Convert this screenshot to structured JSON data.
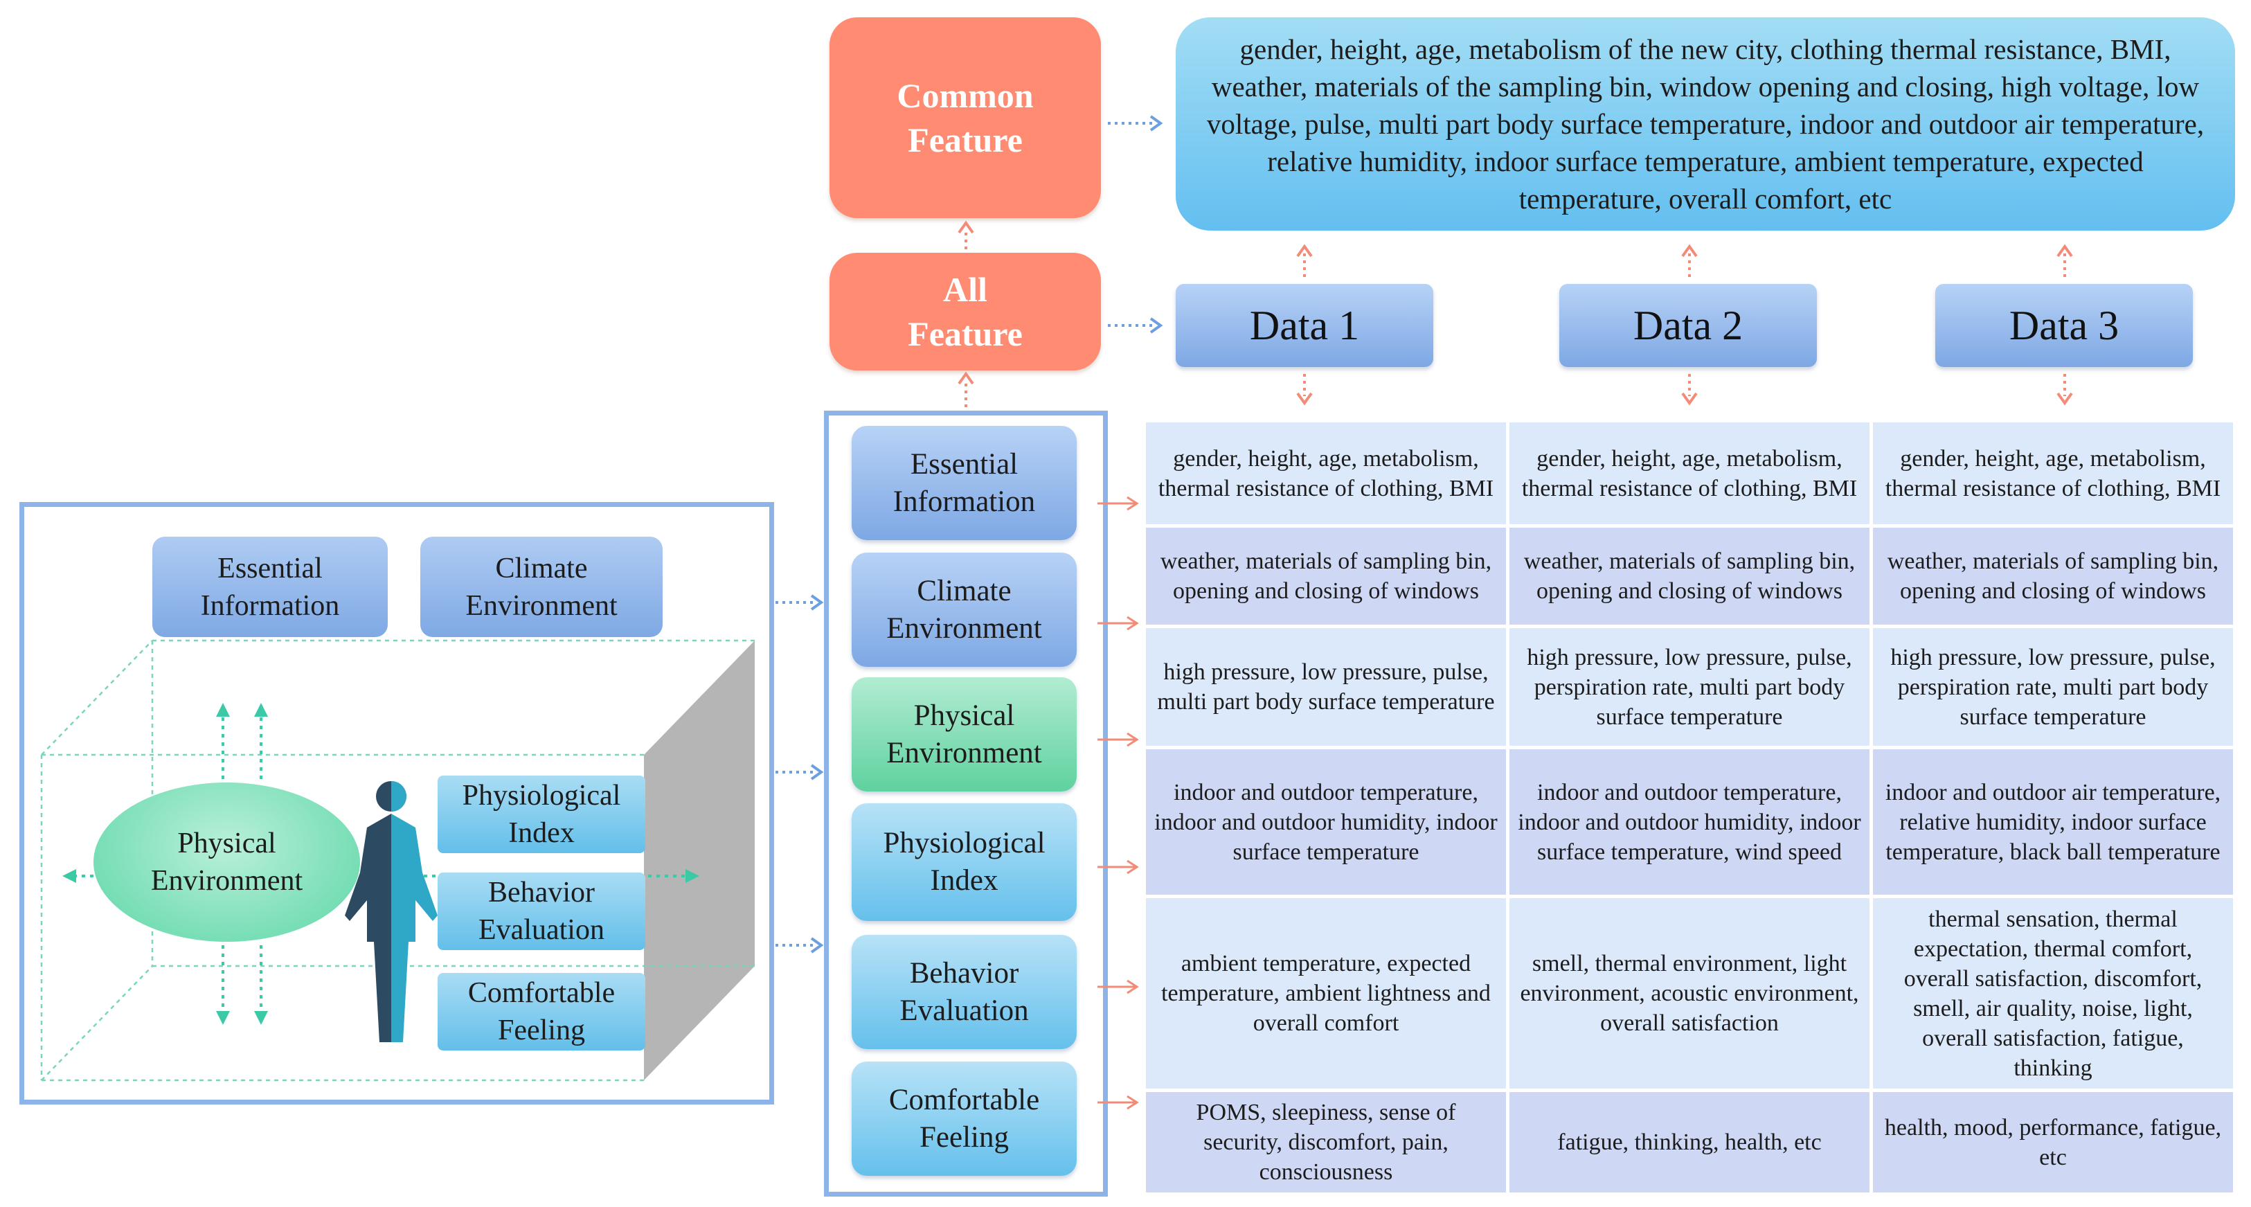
{
  "left_panel": {
    "essential_information": "Essential Information",
    "climate_environment": "Climate Environment",
    "physical_environment": "Physical Environment",
    "physiological_index": "Physiological Index",
    "behavior_evaluation": "Behavior Evaluation",
    "comfortable_feeling": "Comfortable Feeling"
  },
  "middle_column": {
    "items": [
      "Essential Information",
      "Climate Environment",
      "Physical Environment",
      "Physiological Index",
      "Behavior Evaluation",
      "Comfortable Feeling"
    ]
  },
  "features": {
    "common": "Common Feature",
    "all": "All Feature",
    "common_text": "gender, height, age, metabolism of the new city, clothing thermal resistance, BMI, weather, materials of the sampling bin, window opening and closing, high voltage, low voltage, pulse, multi part body surface temperature, indoor and outdoor air temperature, relative humidity, indoor surface temperature, ambient temperature, expected temperature, overall comfort, etc"
  },
  "data_headers": [
    "Data 1",
    "Data 2",
    "Data 3"
  ],
  "table": {
    "rows": [
      [
        "gender, height, age, metabolism, thermal resistance of clothing, BMI",
        "gender, height, age, metabolism, thermal resistance of clothing, BMI",
        "gender, height, age, metabolism, thermal resistance of clothing, BMI"
      ],
      [
        "weather, materials of sampling bin, opening and closing of windows",
        "weather, materials of sampling bin, opening and closing of windows",
        "weather, materials of sampling bin, opening and closing of windows"
      ],
      [
        "high pressure, low pressure, pulse, multi part body surface temperature",
        "high pressure, low pressure, pulse, perspiration rate, multi part body surface temperature",
        "high pressure, low pressure, pulse, perspiration rate, multi part body surface temperature"
      ],
      [
        "indoor and outdoor temperature, indoor and outdoor humidity, indoor surface temperature",
        "indoor and outdoor temperature, indoor and outdoor humidity, indoor surface temperature, wind speed",
        "indoor and outdoor air temperature, relative humidity, indoor surface temperature, black ball temperature"
      ],
      [
        "ambient temperature, expected temperature, ambient lightness and overall comfort",
        "smell, thermal environment, light environment, acoustic environment, overall satisfaction",
        "thermal sensation, thermal expectation, thermal comfort, overall satisfaction, discomfort, smell, air quality, noise, light, overall satisfaction, fatigue, thinking"
      ],
      [
        "POMS, sleepiness, sense of security, discomfort, pain, consciousness",
        "fatigue, thinking, health, etc",
        "health, mood, performance, fatigue, etc"
      ]
    ]
  },
  "colors": {
    "frame": "#8db4e8",
    "feature_orange": "#ff8c72",
    "arrow_blue": "#6b9fe0",
    "arrow_red": "#f28b78",
    "arrow_green": "#3cc9a6"
  }
}
